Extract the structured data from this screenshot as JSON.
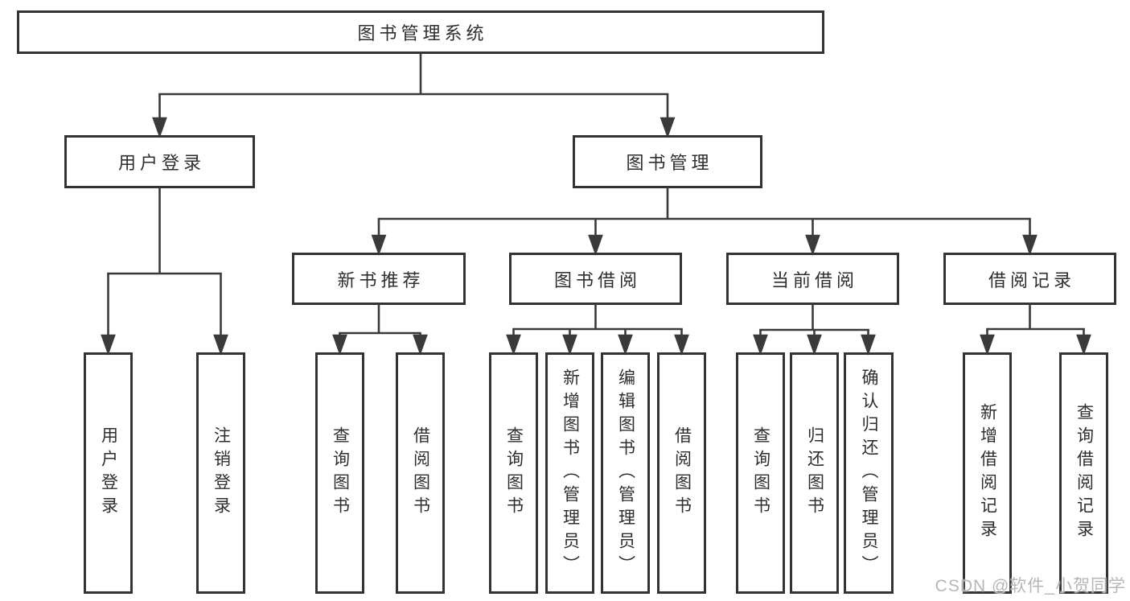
{
  "tree": {
    "root": {
      "label": "图书管理系统"
    },
    "branches": [
      {
        "label": "用户登录",
        "children": [
          {
            "label": "用户登录"
          },
          {
            "label": "注销登录"
          }
        ]
      },
      {
        "label": "图书管理",
        "children": [
          {
            "label": "新书推荐",
            "children": [
              {
                "label": "查询图书"
              },
              {
                "label": "借阅图书"
              }
            ]
          },
          {
            "label": "图书借阅",
            "children": [
              {
                "label": "查询图书"
              },
              {
                "label": "新增图书（管理员）"
              },
              {
                "label": "编辑图书（管理员）"
              },
              {
                "label": "借阅图书"
              }
            ]
          },
          {
            "label": "当前借阅",
            "children": [
              {
                "label": "查询图书"
              },
              {
                "label": "归还图书"
              },
              {
                "label": "确认归还（管理员）"
              }
            ]
          },
          {
            "label": "借阅记录",
            "children": [
              {
                "label": "新增借阅记录"
              },
              {
                "label": "查询借阅记录"
              }
            ]
          }
        ]
      }
    ]
  },
  "watermark": {
    "text": "CSDN @软件_小贺同学"
  },
  "colors": {
    "line": "#3a3a3a",
    "box_border": "#333333",
    "text": "#2e2e2e",
    "background": "#ffffff",
    "watermark": "#b4b7ba"
  }
}
